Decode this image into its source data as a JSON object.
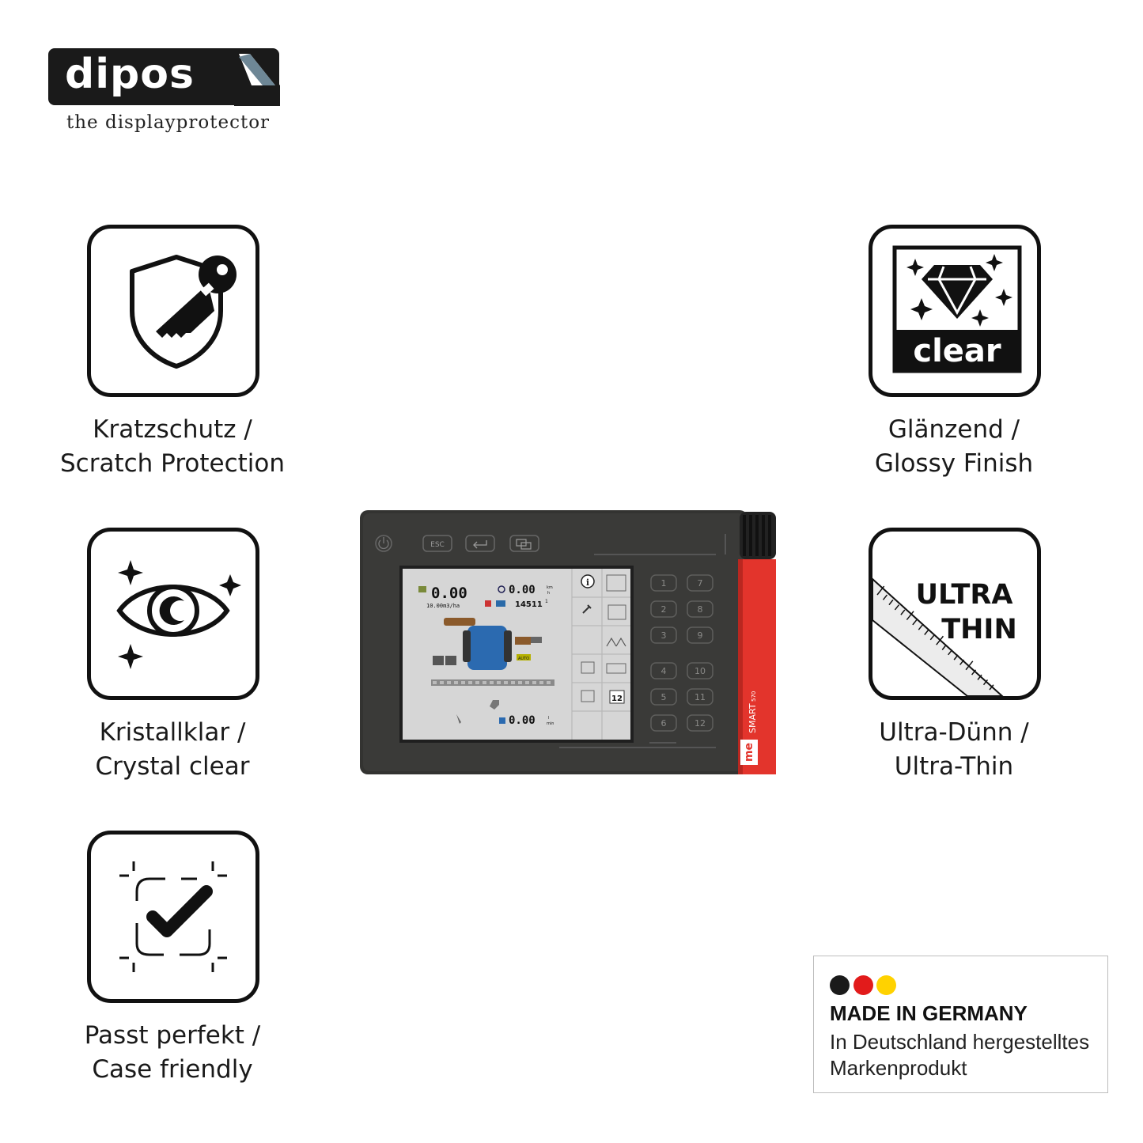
{
  "brand": {
    "name": "dipos",
    "tagline": "the displayprotector"
  },
  "features": [
    {
      "icon": "shield-key-icon",
      "line1": "Kratzschutz /",
      "line2": "Scratch Protection"
    },
    {
      "icon": "eye-sparkle-icon",
      "line1": "Kristallklar /",
      "line2": "Crystal clear"
    },
    {
      "icon": "checkmark-frame-icon",
      "line1": "Passt perfekt /",
      "line2": "Case friendly"
    },
    {
      "icon": "diamond-clear-icon",
      "badge": "clear",
      "line1": "Glänzend /",
      "line2": "Glossy Finish"
    },
    {
      "icon": "ultra-thin-ruler-icon",
      "badge_line1": "ULTRA",
      "badge_line2": "THIN",
      "line1": "Ultra-Dünn /",
      "line2": "Ultra-Thin"
    }
  ],
  "device": {
    "model": "SMART",
    "model_suffix": "570",
    "logo": "me",
    "esc_label": "ESC",
    "keys_left": [
      "1",
      "2",
      "3",
      "4",
      "5",
      "6"
    ],
    "keys_right": [
      "7",
      "8",
      "9",
      "10",
      "11",
      "12"
    ],
    "screen": {
      "readout_main": "0.00",
      "readout_speed": "0.00",
      "speed_unit_top": "km",
      "speed_unit_bottom": "h",
      "rate": "10.00m3/ha",
      "counter": "14511",
      "counter_sup": "1",
      "flow": "0.00",
      "flow_unit_top": "l",
      "flow_unit_bottom": "min",
      "auto_label": "AUTO",
      "icon_12": "12"
    }
  },
  "made_in": {
    "colors": [
      "#1a1a1a",
      "#e21b1b",
      "#ffd200"
    ],
    "title": "MADE IN GERMANY",
    "line1": "In Deutschland hergestelltes",
    "line2": "Markenprodukt"
  }
}
